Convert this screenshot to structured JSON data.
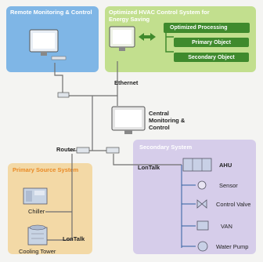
{
  "panels": {
    "remote": {
      "title": "Remote Monitoring & Control"
    },
    "hvac": {
      "title": "Optimized HVAC Control System for Energy Saving",
      "processing_label": "Optimized Processing",
      "primary_object": "Primary Object",
      "secondary_object": "Secondary Object"
    },
    "primary": {
      "title": "Primary Source System"
    },
    "secondary": {
      "title": "Secondary System"
    }
  },
  "labels": {
    "ethernet": "Ethernet",
    "central": "Central Monitoring & Control",
    "router": "Router",
    "lontalk_right": "LonTalk",
    "lontalk_left": "LonTalk",
    "chiller": "Chiller",
    "cooling_tower": "Cooling Tower",
    "ahu": "AHU",
    "sensor": "Sensor",
    "control_valve": "Control Valve",
    "van": "VAN",
    "water_pump": "Water Pump"
  },
  "icons": {
    "monitor": "monitor-icon",
    "arrow": "double-arrow-icon",
    "router": "router-icon",
    "chiller": "chiller-icon",
    "cooling_tower": "cooling-tower-icon",
    "ahu": "ahu-icon",
    "sensor": "sensor-icon",
    "valve": "valve-icon",
    "van": "van-icon",
    "pump": "pump-icon"
  },
  "colors": {
    "remote_panel": "#7fb6e6",
    "hvac_panel": "#c2df8e",
    "primary_panel": "#f3d9a6",
    "secondary_panel": "#d6cdea",
    "green_box": "#3f8a2d",
    "wire": "#6f6f6f"
  }
}
